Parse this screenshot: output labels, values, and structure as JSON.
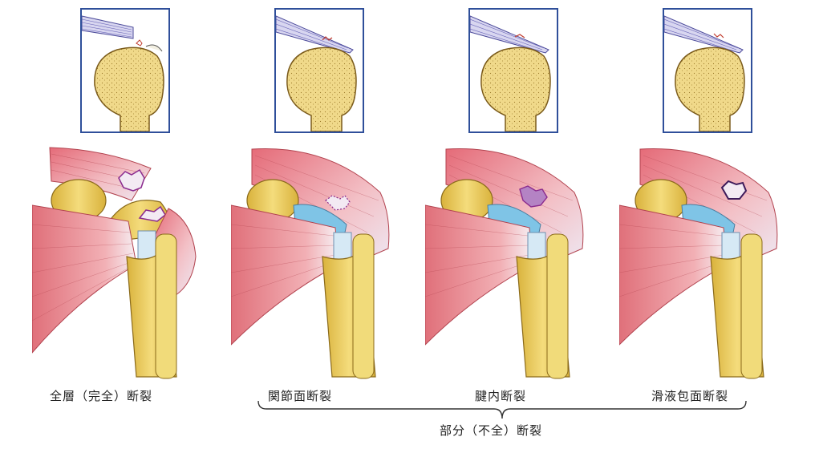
{
  "panels": [
    {
      "caption": "全層（完全）断裂",
      "tear_type": "full-thickness"
    },
    {
      "caption": "関節面断裂",
      "tear_type": "articular-side"
    },
    {
      "caption": "腱内断裂",
      "tear_type": "intratendinous"
    },
    {
      "caption": "滑液包面断裂",
      "tear_type": "bursal-side"
    }
  ],
  "group_label": "部分（不全）断裂",
  "colors": {
    "muscle": "#e0707a",
    "bone": "#e9c85a",
    "bursa": "#7fc4e6",
    "tear": "#8a2a8e",
    "inset_border": "#2f4f9a"
  }
}
